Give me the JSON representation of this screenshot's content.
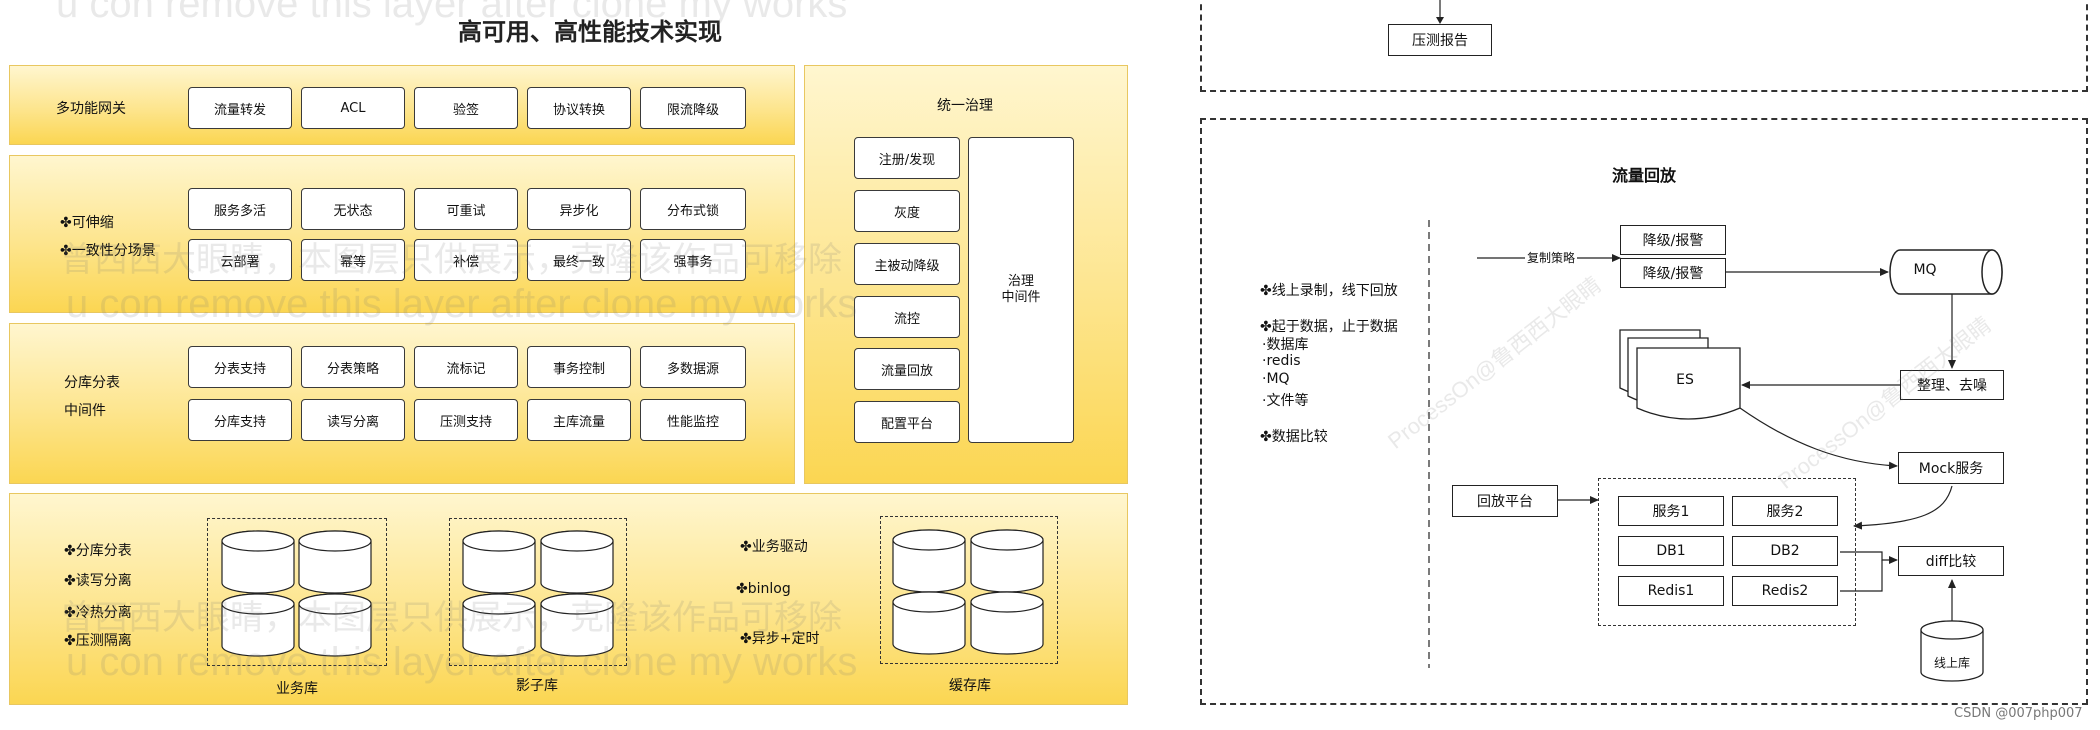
{
  "left": {
    "title": "高可用、高性能技术实现",
    "gateway": {
      "label": "多功能网关",
      "items": [
        "流量转发",
        "ACL",
        "验签",
        "协议转换",
        "限流降级"
      ]
    },
    "scaling": {
      "bullets": [
        "✤可伸缩",
        "✤一致性分场景"
      ],
      "row1": [
        "服务多活",
        "无状态",
        "可重试",
        "异步化",
        "分布式锁"
      ],
      "row2": [
        "云部署",
        "幂等",
        "补偿",
        "最终一致",
        "强事务"
      ]
    },
    "sharding": {
      "label_line1": "分库分表",
      "label_line2": "中间件",
      "row1": [
        "分表支持",
        "分表策略",
        "流标记",
        "事务控制",
        "多数据源"
      ],
      "row2": [
        "分库支持",
        "读写分离",
        "压测支持",
        "主库流量",
        "性能监控"
      ]
    },
    "storage": {
      "bullets_left": [
        "✤分库分表",
        "✤读写分离",
        "✤冷热分离",
        "✤压测隔离"
      ],
      "bullets_mid": [
        "✤业务驱动",
        "✤binlog",
        "✤异步+定时"
      ],
      "groups": [
        "业务库",
        "影子库",
        "缓存库"
      ]
    },
    "governance": {
      "title": "统一治理",
      "items": [
        "注册/发现",
        "灰度",
        "主被动降级",
        "流控",
        "流量回放",
        "配置平台"
      ],
      "middleware": "治理\n中间件"
    }
  },
  "right": {
    "top_box": "压测报告",
    "replay": {
      "title": "流量回放",
      "bullets": [
        {
          "text": "✤线上录制，线下回放"
        },
        {
          "text": "✤起于数据，止于数据"
        },
        {
          "text": "·数据库"
        },
        {
          "text": "·redis"
        },
        {
          "text": "·MQ"
        },
        {
          "text": "·文件等"
        },
        {
          "text": "✤数据比较"
        }
      ],
      "copy_strategy": "复制策略",
      "degrade1": "降级/报警",
      "degrade2": "降级/报警",
      "mq": "MQ",
      "es": "ES",
      "cleanup": "整理、去噪",
      "mock": "Mock服务",
      "replay_platform": "回放平台",
      "cells": [
        "服务1",
        "服务2",
        "DB1",
        "DB2",
        "Redis1",
        "Redis2"
      ],
      "diff": "diff比较",
      "online_db": "线上库"
    }
  },
  "watermarks": {
    "en": "u con remove this layer after clone my works",
    "cn": "曾西西大眼睛，本图层只供展示，克隆该作品可移除",
    "tag": "ProcessOn@鲁西西大眼睛"
  },
  "credit": "CSDN @007php007"
}
